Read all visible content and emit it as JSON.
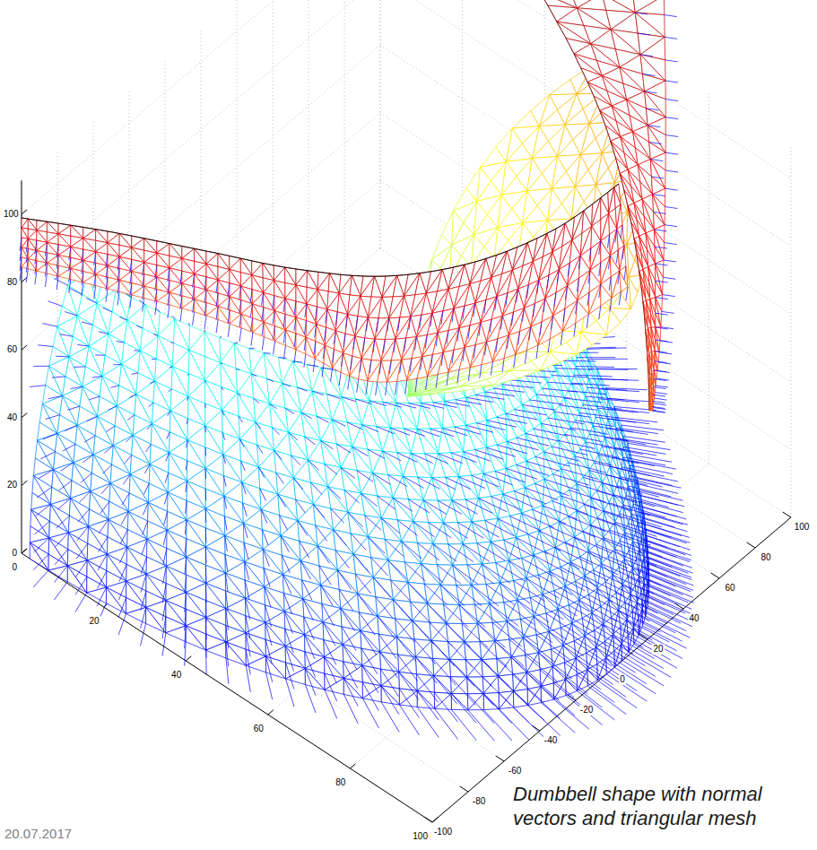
{
  "diagram": {
    "caption": "Dumbbell shape with normal vectors and triangular mesh",
    "labels": [
      "100",
      "80",
      "60",
      "40",
      "20",
      "0",
      "0",
      "20",
      "40",
      "60",
      "80",
      "100",
      "-100",
      "-80",
      "-60",
      "-40",
      "-20",
      "0",
      "20",
      "40",
      "60",
      "80",
      "100",
      "20.07.2017"
    ]
  }
}
